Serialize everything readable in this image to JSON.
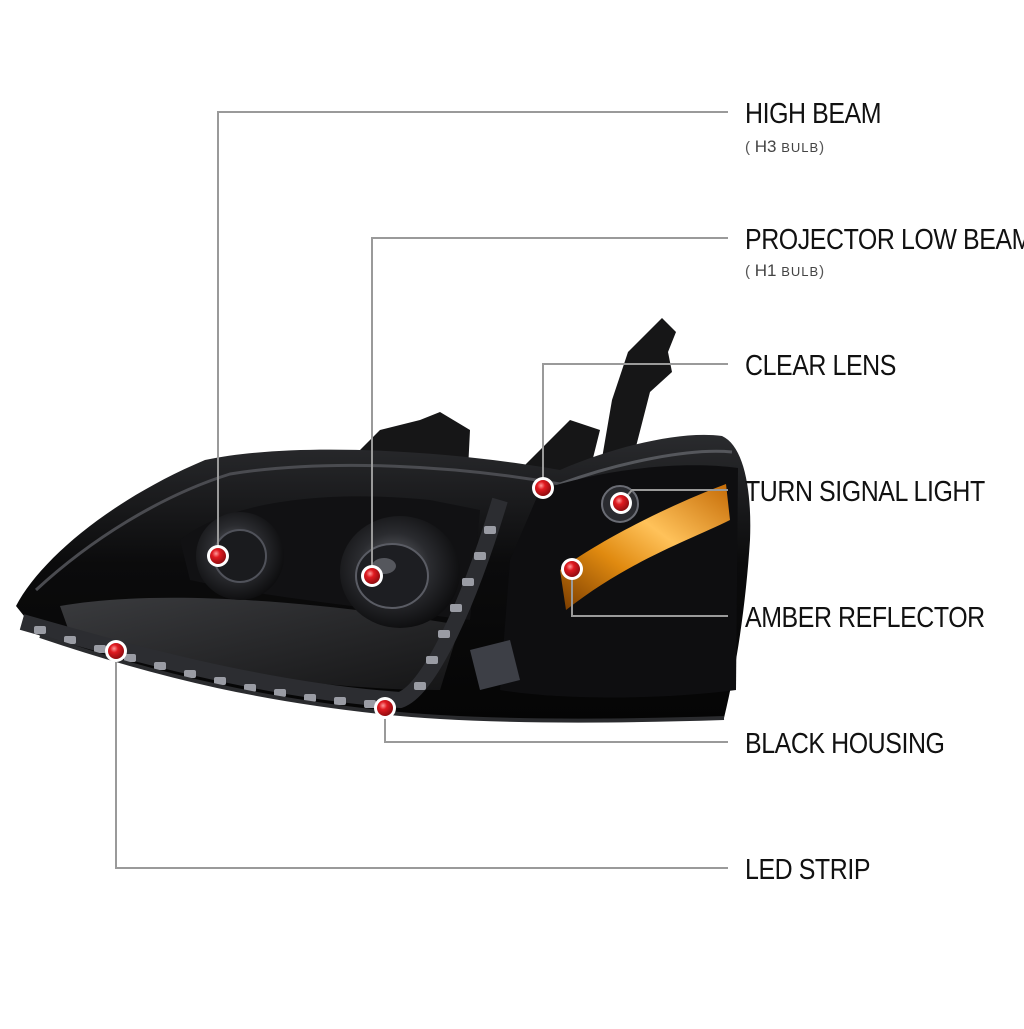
{
  "callouts": [
    {
      "id": "high-beam",
      "label": "HIGH BEAM",
      "sub_open": "(",
      "sub_code": "H3",
      "sub_word": "BULB",
      "sub_close": ")"
    },
    {
      "id": "projector-low-beam",
      "label": "PROJECTOR LOW BEAM",
      "sub_open": "(",
      "sub_code": "H1",
      "sub_word": "BULB",
      "sub_close": ")"
    },
    {
      "id": "clear-lens",
      "label": "CLEAR LENS"
    },
    {
      "id": "turn-signal-light",
      "label": "TURN SIGNAL LIGHT"
    },
    {
      "id": "amber-reflector",
      "label": "AMBER REFLECTOR"
    },
    {
      "id": "black-housing",
      "label": "BLACK HOUSING"
    },
    {
      "id": "led-strip",
      "label": "LED STRIP"
    }
  ],
  "colors": {
    "leader_line": "#9a9a9a",
    "marker": "#d9141b",
    "housing": "#0d0d0e",
    "amber": "#f0a020",
    "text": "#111111"
  },
  "icons": [
    "headlight-illustration",
    "callout-marker-icon"
  ]
}
